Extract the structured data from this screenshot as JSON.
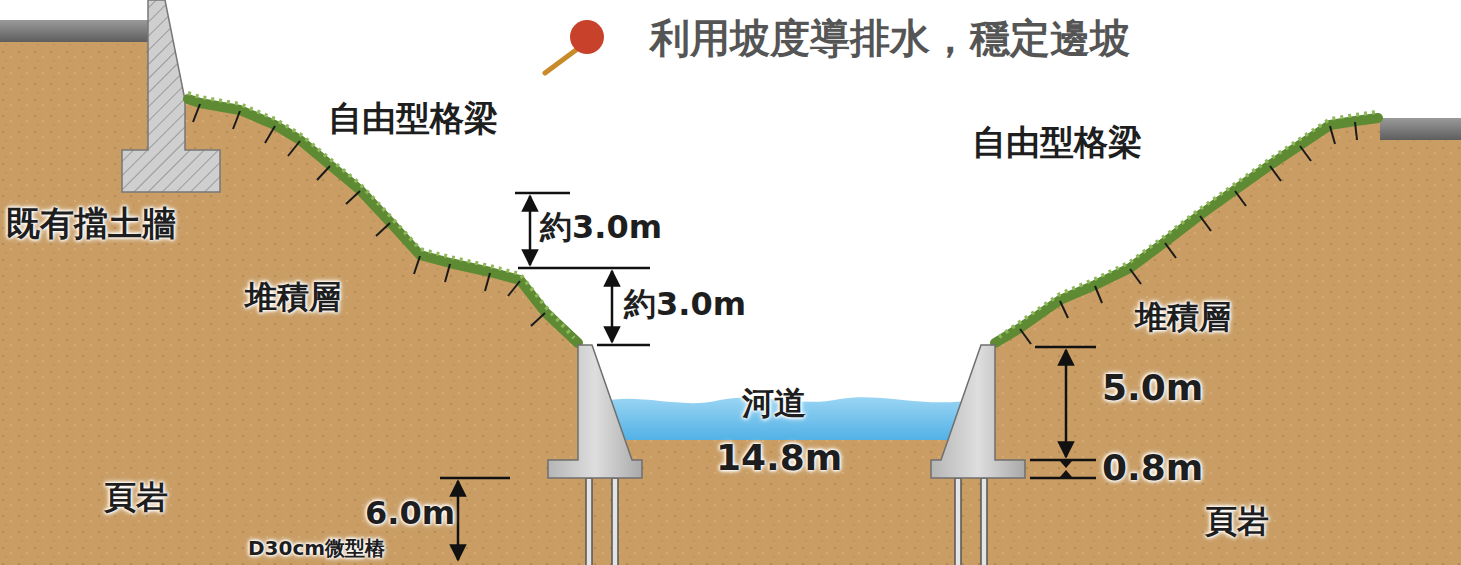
{
  "diagram": {
    "title": "利用坡度導排水，穩定邊坡",
    "labels": [
      "自由型格梁",
      "自由型格梁",
      "既有擋土牆",
      "約3.0m",
      "約3.0m",
      "堆積層",
      "堆積層",
      "河道",
      "14.8m",
      "5.0m",
      "0.8m",
      "頁岩",
      "頁岩",
      "6.0m",
      "D30cm微型樁"
    ]
  }
}
